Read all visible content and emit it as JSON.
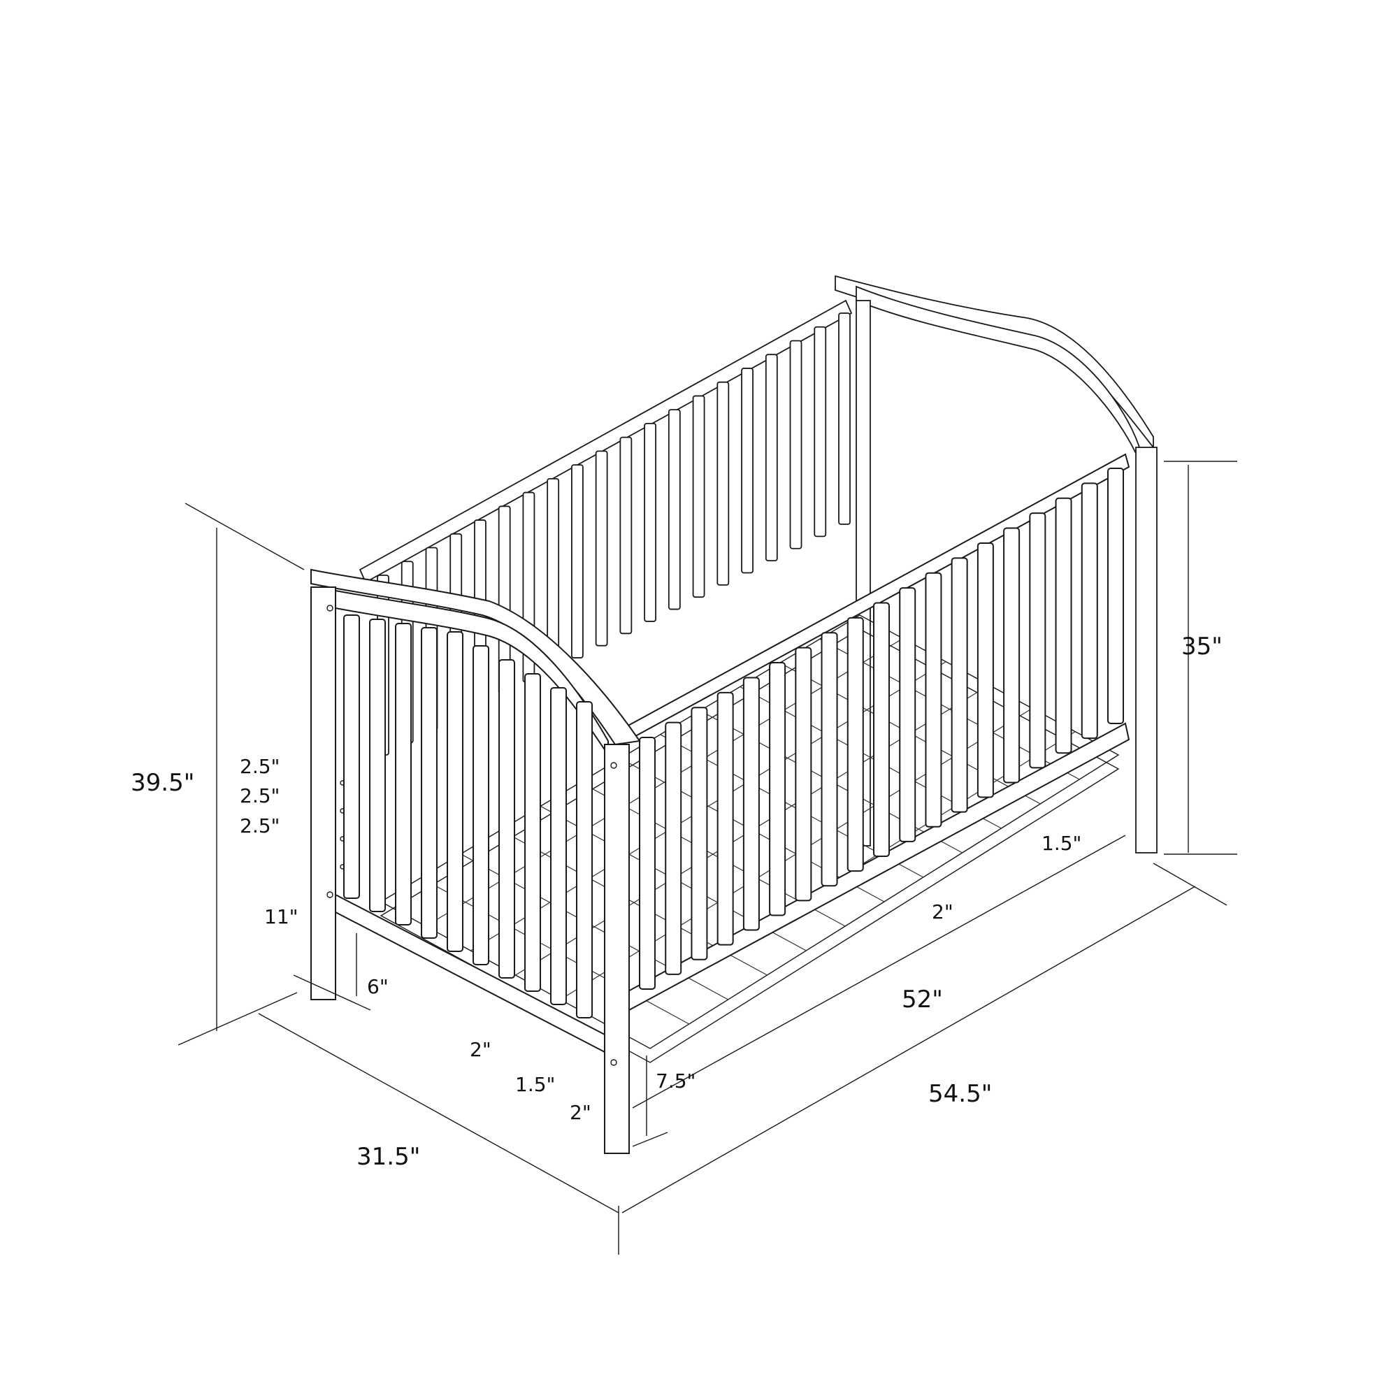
{
  "diagram": {
    "subject": "Baby crib isometric dimension drawing",
    "colors": {
      "line": "#1a1a1a",
      "background": "#ffffff"
    },
    "dimensions": {
      "overall_height": "39.5\"",
      "rail_height": "35\"",
      "overall_length": "54.5\"",
      "inner_length": "52\"",
      "overall_width": "31.5\"",
      "mattress_positions": [
        "2.5\"",
        "2.5\"",
        "2.5\""
      ],
      "lowest_position": "11\"",
      "leg_height_end": "6\"",
      "leg_height_side": "7.5\"",
      "slat_gap_front_1": "2\"",
      "slat_width_front": "1.5\"",
      "slat_gap_front_2": "2\"",
      "slat_gap_side": "2\"",
      "slat_width_side": "1.5\""
    }
  }
}
